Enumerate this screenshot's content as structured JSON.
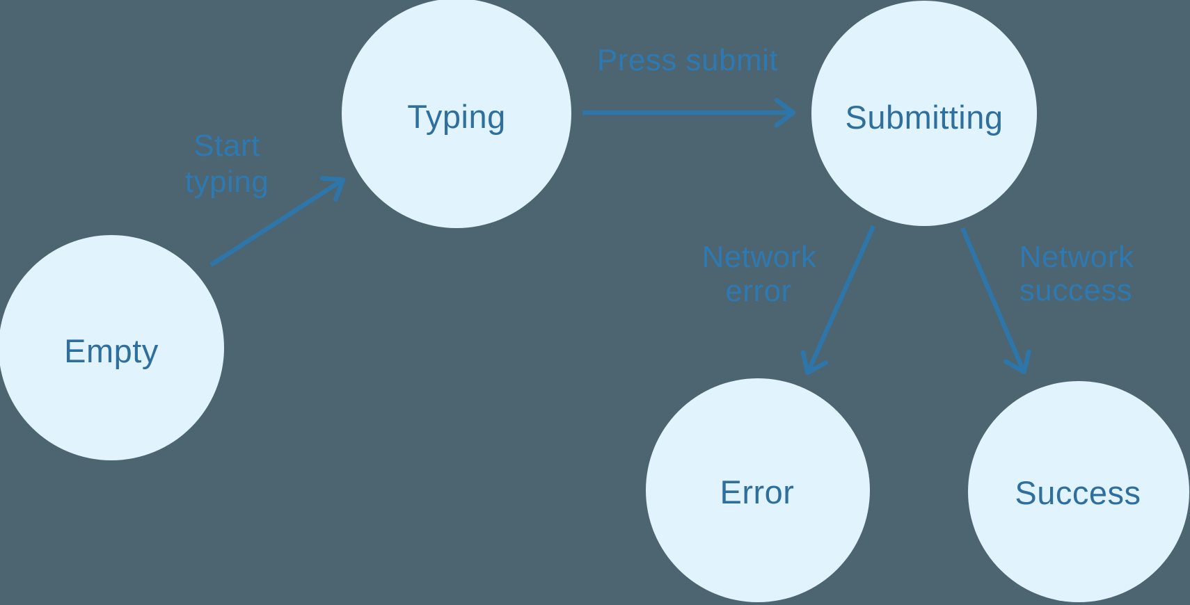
{
  "diagram": {
    "type": "state-machine-diagram",
    "nodes": [
      {
        "id": "empty",
        "label": "Empty"
      },
      {
        "id": "typing",
        "label": "Typing"
      },
      {
        "id": "submitting",
        "label": "Submitting"
      },
      {
        "id": "error",
        "label": "Error"
      },
      {
        "id": "success",
        "label": "Success"
      }
    ],
    "edges": [
      {
        "id": "start-typing",
        "from": "Empty",
        "to": "Typing",
        "label": "Start typing",
        "lines": [
          "Start",
          "typing"
        ]
      },
      {
        "id": "press-submit",
        "from": "Typing",
        "to": "Submitting",
        "label": "Press submit",
        "lines": [
          "Press submit"
        ]
      },
      {
        "id": "network-error",
        "from": "Submitting",
        "to": "Error",
        "label": "Network error",
        "lines": [
          "Network",
          "error"
        ]
      },
      {
        "id": "network-success",
        "from": "Submitting",
        "to": "Success",
        "label": "Network success",
        "lines": [
          "Network",
          "success"
        ]
      }
    ],
    "colors": {
      "background": "#4C6570",
      "node_fill": "#E1F3FD",
      "node_text": "#2E6F9E",
      "arrow": "#2E76AA",
      "edge_label": "#2E79B2"
    }
  }
}
